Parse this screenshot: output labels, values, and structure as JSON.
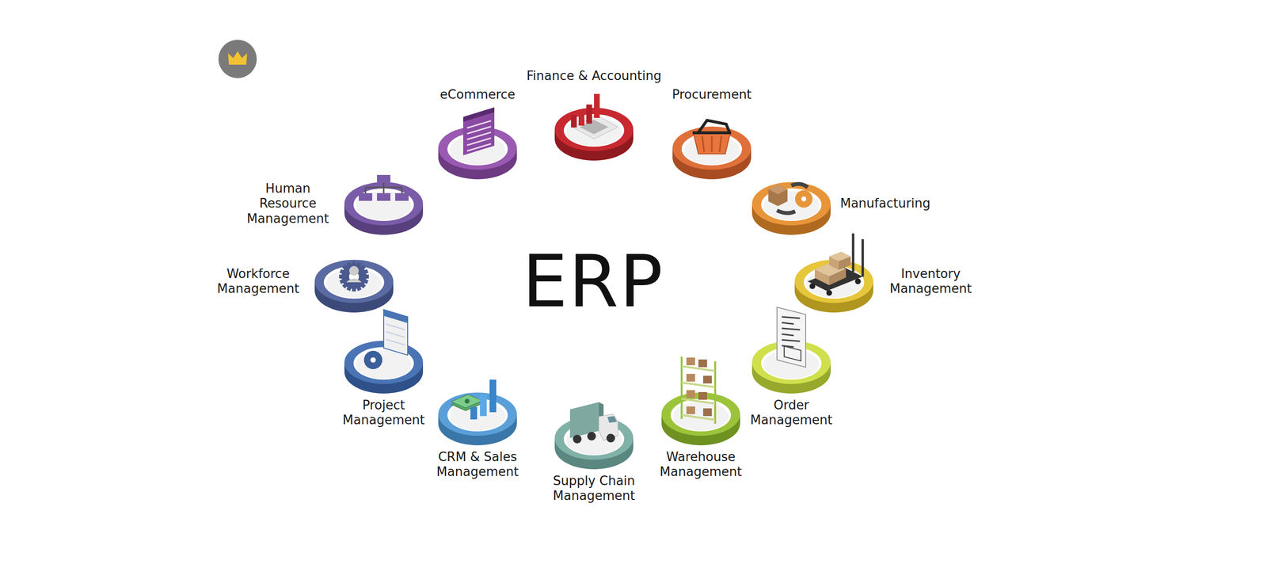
{
  "diagram": {
    "title": "ERP",
    "nodes": [
      {
        "text": [
          "Finance & Accounting"
        ]
      },
      {
        "text": [
          "Procurement"
        ]
      },
      {
        "text": [
          "Manufacturing"
        ]
      },
      {
        "text": [
          "Inventory Management"
        ]
      },
      {
        "text": [
          "Order Management"
        ]
      },
      {
        "text": [
          "Warehouse Management"
        ]
      },
      {
        "text": [
          "Supply Chain Management"
        ]
      },
      {
        "text": [
          "CRM & Sales Management"
        ]
      },
      {
        "text": [
          "Project Management"
        ]
      },
      {
        "text": [
          "Workforce Management"
        ]
      },
      {
        "text": [
          "Human Resource Management"
        ]
      },
      {
        "text": [
          "eCommerce"
        ]
      }
    ]
  }
}
